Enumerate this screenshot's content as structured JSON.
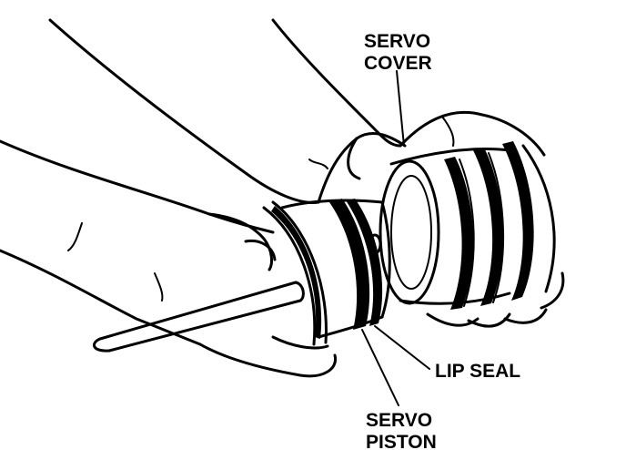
{
  "labels": {
    "servo_cover_line1": "SERVO",
    "servo_cover_line2": "COVER",
    "lip_seal": "LIP SEAL",
    "servo_piston_line1": "SERVO",
    "servo_piston_line2": "PISTON"
  },
  "colors": {
    "ink": "#000000",
    "paper": "#ffffff"
  }
}
